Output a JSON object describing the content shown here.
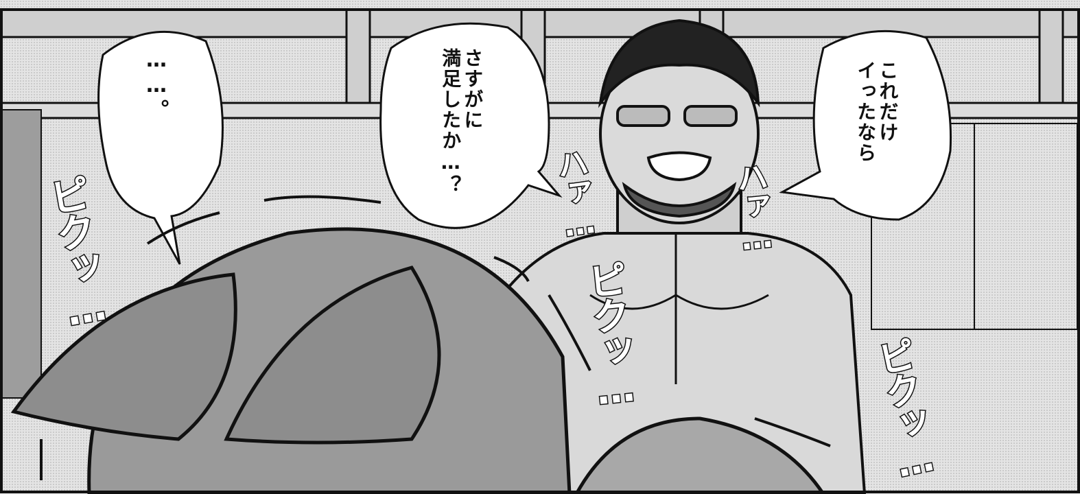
{
  "bubbles": {
    "left": "……。",
    "middle": "さすがに\n満足したか…？",
    "right": "これだけ\nイったなら"
  },
  "sfx": {
    "pant_left": "ハァ…",
    "pant_right": "ハァ…",
    "twitch_left": "ピクッ…",
    "twitch_center": "ピクッ…",
    "twitch_right": "ピクッ…"
  },
  "colors": {
    "ink": "#111111",
    "paper": "#ffffff",
    "screentone_light": "#e2e2e2",
    "screentone_mid": "#bdbdbd",
    "hair_tone": "#9a9a9a",
    "skin_tone": "#d9d9d9"
  }
}
